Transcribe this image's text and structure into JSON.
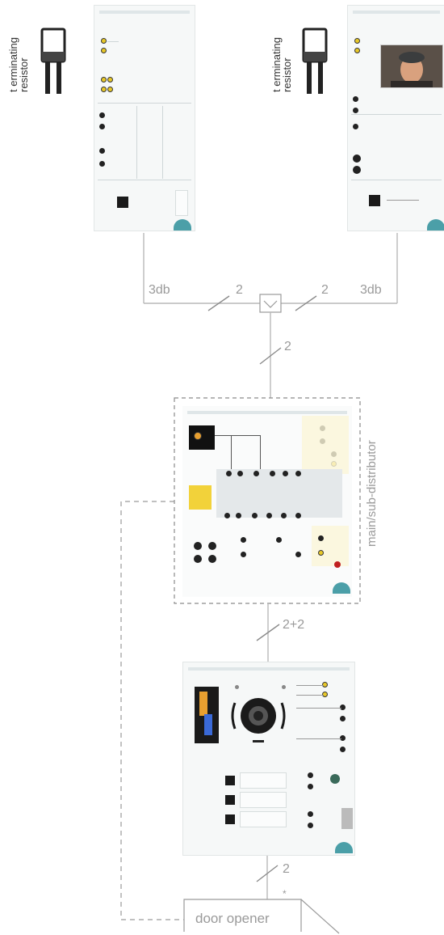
{
  "labels": {
    "resistor_left": [
      "t erminating",
      "resistor"
    ],
    "resistor_right": [
      "t erminating",
      "resistor"
    ],
    "cable_left": "3db",
    "cable_right": "3db",
    "count_left": "2",
    "count_right": "2",
    "count_mid": "2",
    "count_distributor": "2+2",
    "count_bottom": "2",
    "asterisk": "*",
    "distributor": "main/sub-distributor",
    "door_opener": "door opener"
  },
  "icons": {
    "resistor": "resistor-icon",
    "junction": "junction-box-icon",
    "speaker": "loudspeaker-icon",
    "camera_photo": "person-photo-icon"
  },
  "colors": {
    "wire": "#b8b8b8",
    "text": "#9a9a9a",
    "accent": "#4b9fa8",
    "yellow": "#e8c828"
  }
}
